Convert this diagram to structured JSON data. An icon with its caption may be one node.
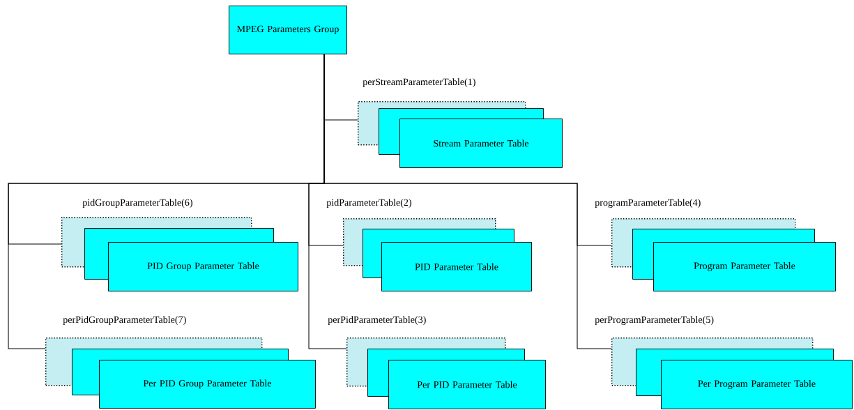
{
  "diagram": {
    "nodes": [
      {
        "text": [
          "MPEG Parameters Group"
        ]
      },
      {
        "text": [
          "Stream Parameter Table"
        ],
        "beside": [
          "perStreamParameterTable(1)"
        ]
      },
      {
        "text": [
          "PID Group Parameter Table"
        ],
        "beside": [
          "pidGroupParameterTable(6)"
        ]
      },
      {
        "text": [
          "PID Parameter Table"
        ],
        "beside": [
          "pidParameterTable(2)"
        ]
      },
      {
        "text": [
          "Program Parameter Table"
        ],
        "beside": [
          "programParameterTable(4)"
        ]
      },
      {
        "text": [
          "Per PID Group Parameter Table"
        ],
        "beside": [
          "perPidGroupParameterTable(7)"
        ]
      },
      {
        "text": [
          "Per PID Parameter Table"
        ],
        "beside": [
          "perPidParameterTable(3)"
        ]
      },
      {
        "text": [
          "Per Program Parameter Table"
        ],
        "beside": [
          "perProgramParameterTable(5)"
        ]
      }
    ],
    "edges": [
      {
        "from": 0,
        "to": 1,
        "arrow": "none"
      },
      {
        "from": 0,
        "to": 2,
        "arrow": "none"
      },
      {
        "from": 0,
        "to": 3,
        "arrow": "none"
      },
      {
        "from": 0,
        "to": 4,
        "arrow": "none"
      },
      {
        "from": 0,
        "to": 5,
        "arrow": "none"
      },
      {
        "from": 0,
        "to": 6,
        "arrow": "none"
      },
      {
        "from": 0,
        "to": 7,
        "arrow": "none"
      }
    ]
  }
}
